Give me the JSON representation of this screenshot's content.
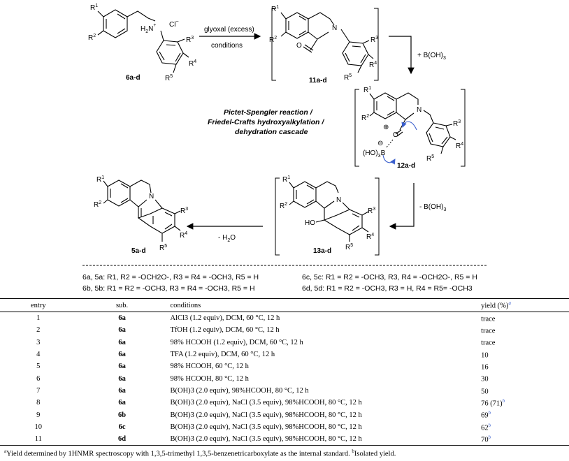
{
  "scheme": {
    "r1": "R",
    "r2": "R",
    "r3": "R",
    "r4": "R",
    "r5": "R",
    "sup1": "1",
    "sup2": "2",
    "sup3": "3",
    "sup4": "4",
    "sup5": "5",
    "amine_salt": "H",
    "amine_salt_sub": "2",
    "amine_salt_n": "N",
    "amine_salt_plus": "+",
    "chloride": "Cl",
    "chloride_minus": "−",
    "n_label": "N",
    "compound_start": "6a-d",
    "compound_aldehyde": "11a-d",
    "compound_boron": "12a-d",
    "compound_alcohol": "13a-d",
    "compound_product": "5a-d",
    "step1_reagent": "glyoxal (excess)",
    "step1_conditions": "conditions",
    "step2_reagent": "+ B(OH)",
    "step2_sub": "3",
    "step3_reagent": "- B(OH)",
    "step3_sub": "3",
    "step4_reagent": "- H",
    "step4_sub": "2",
    "step4_o": "O",
    "cascade_line1": "Pictet-Spengler reaction /",
    "cascade_line2": "Friedel-Crafts hydroxyalkylation /",
    "cascade_line3": "dehydration cascade",
    "boron_label": "(HO)",
    "boron_sub": "3",
    "boron_b": "B",
    "hydroxyl_label": "HO",
    "oxygen_label": "O"
  },
  "legend": {
    "left": [
      "6a, 5a: R1, R2 = -OCH2O-, R3 = R4 = -OCH3, R5 = H",
      "6b, 5b: R1 = R2 = -OCH3, R3 = R4 = -OCH3, R5 = H"
    ],
    "right": [
      "6c, 5c: R1 = R2 = -OCH3, R3, R4 = -OCH2O-, R5 = H",
      "6d, 5d: R1 = R2 = -OCH3, R3 = H, R4 = R5= -OCH3"
    ]
  },
  "table": {
    "headers": [
      "entry",
      "sub.",
      "conditions",
      "yield (%)"
    ],
    "header_footnote": "a",
    "rows": [
      {
        "entry": "1",
        "sub": "6a",
        "conditions": "AlCl3 (1.2 equiv), DCM, 60 °C, 12 h",
        "yield": "trace",
        "note": ""
      },
      {
        "entry": "2",
        "sub": "6a",
        "conditions": "TfOH (1.2 equiv), DCM, 60 °C, 12 h",
        "yield": "trace",
        "note": ""
      },
      {
        "entry": "3",
        "sub": "6a",
        "conditions": "98% HCOOH (1.2 equiv), DCM, 60 °C, 12 h",
        "yield": "trace",
        "note": ""
      },
      {
        "entry": "4",
        "sub": "6a",
        "conditions": "TFA (1.2 equiv), DCM, 60 °C, 12 h",
        "yield": "10",
        "note": ""
      },
      {
        "entry": "5",
        "sub": "6a",
        "conditions": "98% HCOOH, 60 °C, 12 h",
        "yield": "16",
        "note": ""
      },
      {
        "entry": "6",
        "sub": "6a",
        "conditions": "98% HCOOH, 80 °C, 12 h",
        "yield": "30",
        "note": ""
      },
      {
        "entry": "7",
        "sub": "6a",
        "conditions": "B(OH)3 (2.0 equiv), 98%HCOOH, 80 °C, 12 h",
        "yield": "50",
        "note": ""
      },
      {
        "entry": "8",
        "sub": "6a",
        "conditions": "B(OH)3 (2.0 equiv), NaCl (3.5 equiv), 98%HCOOH, 80 °C, 12 h",
        "yield": "76 (71)",
        "note": "b"
      },
      {
        "entry": "9",
        "sub": "6b",
        "conditions": "B(OH)3 (2.0 equiv), NaCl (3.5 equiv), 98%HCOOH, 80 °C, 12 h",
        "yield": "69",
        "note": "b"
      },
      {
        "entry": "10",
        "sub": "6c",
        "conditions": "B(OH)3 (2.0 equiv), NaCl (3.5 equiv), 98%HCOOH, 80 °C, 12 h",
        "yield": "62",
        "note": "b"
      },
      {
        "entry": "11",
        "sub": "6d",
        "conditions": "B(OH)3 (2.0 equiv), NaCl (3.5 equiv), 98%HCOOH, 80 °C, 12 h",
        "yield": "70",
        "note": "b"
      }
    ]
  },
  "footnotes": {
    "a_mark": "a",
    "a_text": "Yield determined by 1HNMR spectroscopy with 1,3,5-trimethyl 1,3,5-benzenetricarboxylate as the internal standard.",
    "b_mark": "b",
    "b_text": "Isolated yield."
  },
  "colors": {
    "arrow": "#3a5fcd",
    "text": "#000000"
  }
}
